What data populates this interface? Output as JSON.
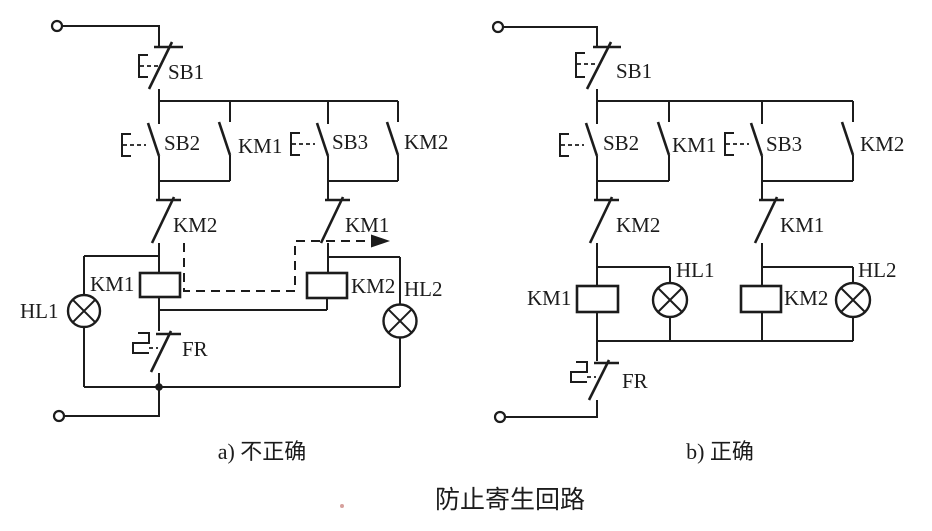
{
  "figure": {
    "title": "防止寄生回路",
    "captions": {
      "a": "a) 不正确",
      "b": "b) 正确"
    }
  },
  "circuit_a": {
    "meaning": "incorrect wiring (parasitic circuit possible)",
    "labels": {
      "sb1": "SB1",
      "sb2": "SB2",
      "km1_no": "KM1",
      "sb3": "SB3",
      "km2_no": "KM2",
      "km2_nc": "KM2",
      "km1_nc": "KM1",
      "km1_coil": "KM1",
      "km2_coil": "KM2",
      "hl1": "HL1",
      "hl2": "HL2",
      "fr": "FR"
    }
  },
  "circuit_b": {
    "meaning": "correct wiring",
    "labels": {
      "sb1": "SB1",
      "sb2": "SB2",
      "km1_no": "KM1",
      "sb3": "SB3",
      "km2_no": "KM2",
      "km2_nc": "KM2",
      "km1_nc": "KM1",
      "km1_coil": "KM1",
      "km2_coil": "KM2",
      "hl1": "HL1",
      "hl2": "HL2",
      "fr": "FR"
    }
  },
  "colors": {
    "line": "#1c1c1c",
    "background": "#ffffff",
    "stray_mark": "#b5524a"
  }
}
